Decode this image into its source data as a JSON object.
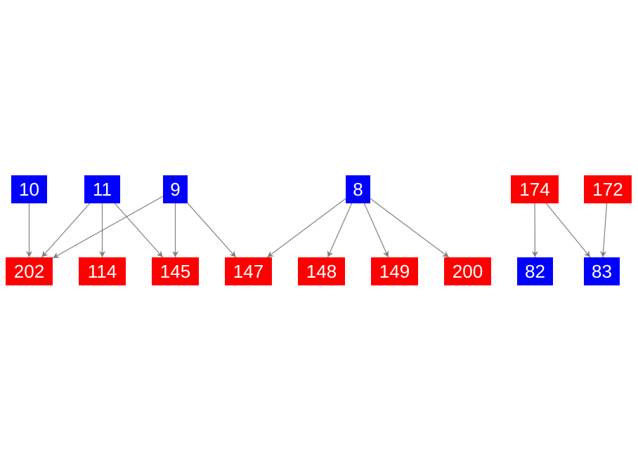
{
  "colors": {
    "blue": "#0000ff",
    "red": "#ff0000",
    "edge": "#808080"
  },
  "nodes": [
    {
      "id": "10",
      "label": "10",
      "color": "blue"
    },
    {
      "id": "11",
      "label": "11",
      "color": "blue"
    },
    {
      "id": "9",
      "label": "9",
      "color": "blue"
    },
    {
      "id": "8",
      "label": "8",
      "color": "blue"
    },
    {
      "id": "174",
      "label": "174",
      "color": "red"
    },
    {
      "id": "172",
      "label": "172",
      "color": "red"
    },
    {
      "id": "202",
      "label": "202",
      "color": "red"
    },
    {
      "id": "114",
      "label": "114",
      "color": "red"
    },
    {
      "id": "145",
      "label": "145",
      "color": "red"
    },
    {
      "id": "147",
      "label": "147",
      "color": "red"
    },
    {
      "id": "148",
      "label": "148",
      "color": "red"
    },
    {
      "id": "149",
      "label": "149",
      "color": "red"
    },
    {
      "id": "200",
      "label": "200",
      "color": "red"
    },
    {
      "id": "82",
      "label": "82",
      "color": "blue"
    },
    {
      "id": "83",
      "label": "83",
      "color": "blue"
    }
  ],
  "edges": [
    {
      "from": "10",
      "to": "202"
    },
    {
      "from": "11",
      "to": "202"
    },
    {
      "from": "11",
      "to": "114"
    },
    {
      "from": "11",
      "to": "145"
    },
    {
      "from": "9",
      "to": "202"
    },
    {
      "from": "9",
      "to": "145"
    },
    {
      "from": "9",
      "to": "147"
    },
    {
      "from": "8",
      "to": "147"
    },
    {
      "from": "8",
      "to": "148"
    },
    {
      "from": "8",
      "to": "149"
    },
    {
      "from": "8",
      "to": "200"
    },
    {
      "from": "174",
      "to": "82"
    },
    {
      "from": "174",
      "to": "83"
    },
    {
      "from": "172",
      "to": "83"
    }
  ]
}
